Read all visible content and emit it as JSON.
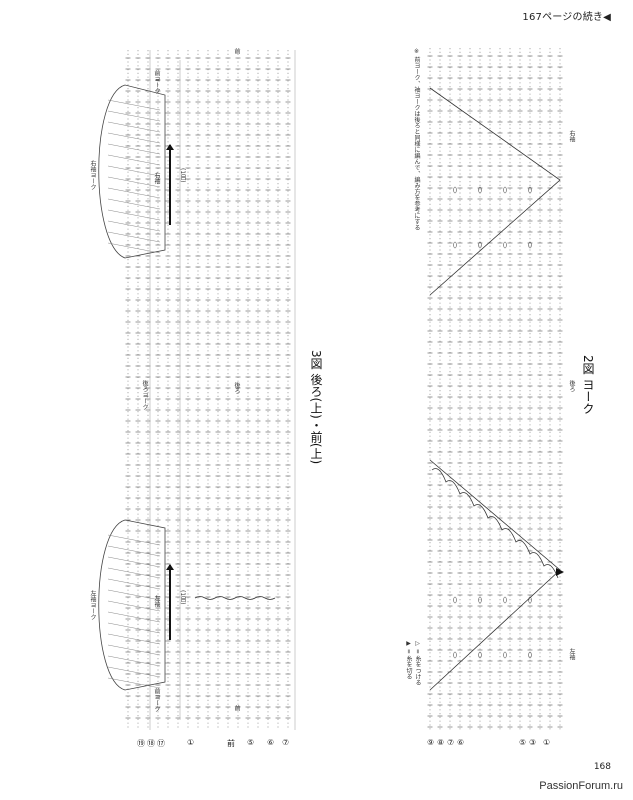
{
  "header": {
    "continued_label": "167ページの続き◀"
  },
  "page_number": "168",
  "watermark": "PassionForum.ru",
  "figure3": {
    "title": "3図 後ろ(上)・前(上)",
    "labels": {
      "front_top": "前",
      "front_yoke_top": "前ヨーク",
      "right_sleeve_yoke": "右袖ヨーク",
      "right_sleeve": "右袖",
      "sew_to": "(1目)",
      "back_yoke": "後ろヨーク",
      "back": "後ろ",
      "left_sleeve_yoke": "左袖ヨーク",
      "left_sleeve": "左袖",
      "front_yoke_bottom": "前ヨーク",
      "front_bottom": "前"
    },
    "row_markers": [
      "⑲",
      "⑱",
      "⑰",
      "①",
      "前",
      "⑤",
      "⑥",
      "⑦"
    ]
  },
  "figure2": {
    "title": "2図 ヨーク",
    "note": "※ 前ヨーク、袖ヨークは後ろと同様に編んで、編み方を参考にする",
    "labels": {
      "right_sleeve": "右袖",
      "back": "後ろ",
      "left_sleeve": "左袖"
    },
    "legend": [
      "▷ = 糸をつける",
      "▶ = 糸を切る"
    ],
    "row_markers": [
      "⑨",
      "⑧",
      "⑦",
      "⑥",
      "⑤",
      "③",
      "①"
    ]
  }
}
